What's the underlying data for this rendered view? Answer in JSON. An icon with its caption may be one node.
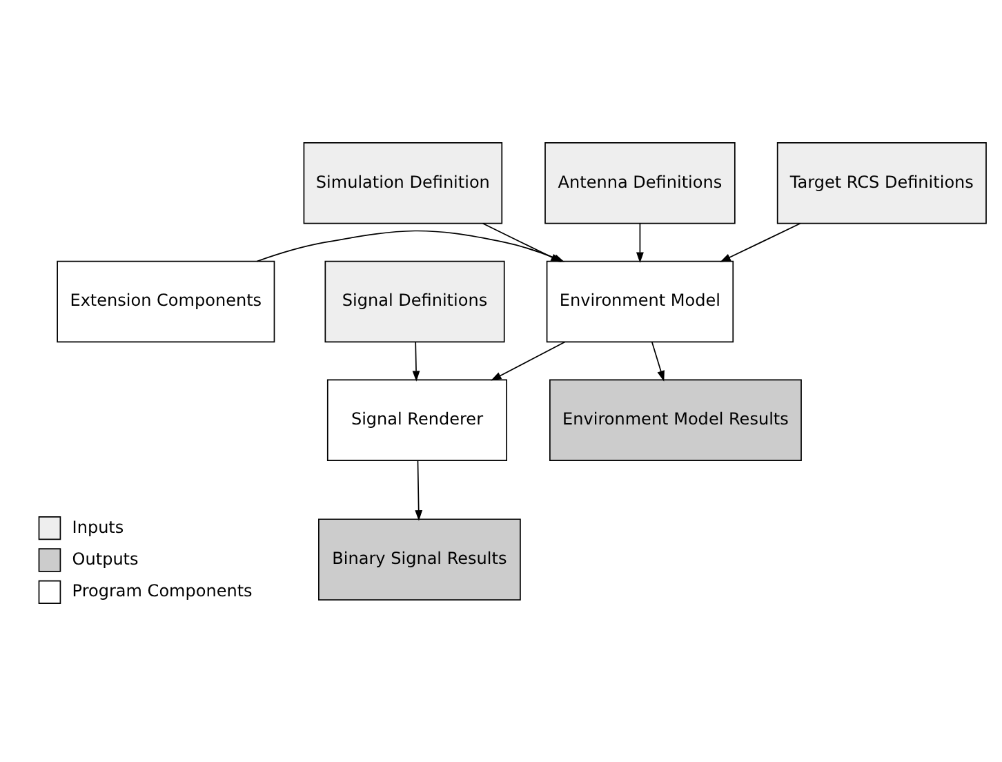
{
  "diagram": {
    "nodes": [
      {
        "text": [
          "Simulation Definition"
        ]
      },
      {
        "text": [
          "Antenna Definitions"
        ]
      },
      {
        "text": [
          "Target RCS Definitions"
        ]
      },
      {
        "text": [
          "Extension Components"
        ]
      },
      {
        "text": [
          "Environment Model"
        ]
      },
      {
        "text": [
          "Signal Definitions"
        ]
      },
      {
        "text": [
          "Environment Model Results"
        ]
      },
      {
        "text": [
          "Signal Renderer"
        ]
      },
      {
        "text": [
          "Binary Signal Results"
        ]
      }
    ],
    "edges": [
      {
        "from": 0,
        "to": 4,
        "arrow": "to"
      },
      {
        "from": 1,
        "to": 4,
        "arrow": "to"
      },
      {
        "from": 2,
        "to": 4,
        "arrow": "to"
      },
      {
        "from": 3,
        "to": 4,
        "arrow": "to"
      },
      {
        "from": 4,
        "to": 6,
        "arrow": "to"
      },
      {
        "from": 4,
        "to": 7,
        "arrow": "to"
      },
      {
        "from": 5,
        "to": 7,
        "arrow": "to"
      },
      {
        "from": 7,
        "to": 8,
        "arrow": "to"
      }
    ],
    "legend": [
      {
        "text": "Inputs",
        "color": "#eeeeee"
      },
      {
        "text": "Outputs",
        "color": "#cccccc"
      },
      {
        "text": "Program Components",
        "color": "#ffffff"
      }
    ]
  }
}
